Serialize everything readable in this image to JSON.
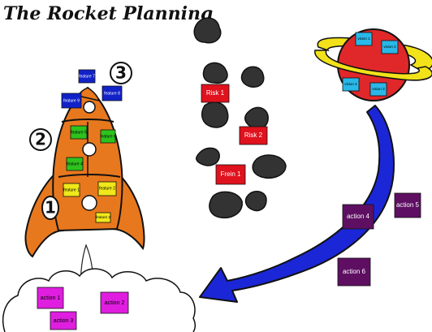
{
  "title": "The Rocket Planning",
  "stage_numbers": [
    "1",
    "2",
    "3"
  ],
  "notes": {
    "feature7": "feature 7",
    "feature8": "feature 8",
    "feature9": "feature 9",
    "feature5": "feature 5",
    "feature6": "feature 6",
    "feature4": "feature 4",
    "feature1": "feature 1",
    "feature2": "feature 2",
    "feature3": "feature 3",
    "risk1": "Risk 1",
    "risk2": "Risk 2",
    "frein1": "Frein 1",
    "vision1": "vision 1",
    "vision2": "vision 2",
    "vision3": "vision 3",
    "vision4": "vision 4",
    "action1": "action 1",
    "action2": "action 2",
    "action3": "action 3",
    "action4": "action 4",
    "action5": "action 5",
    "action6": "action 6"
  },
  "colors": {
    "rocket": "#E8781E",
    "planet": "#E0282A",
    "ring": "#F2E21A",
    "arrow": "#1B27D6",
    "risk": "#E0121E",
    "action_dark": "#5E0F62",
    "action_magenta": "#E01EE0",
    "feature_blue": "#1122C8",
    "feature_green": "#2EC21E",
    "feature_yellow": "#F0E81A",
    "vision": "#29B8E8",
    "cloud_stone": "#333333"
  }
}
